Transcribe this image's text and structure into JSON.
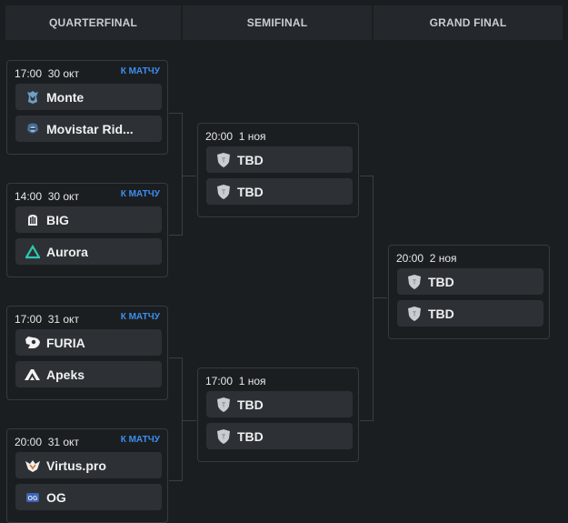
{
  "headers": [
    "QUARTERFINAL",
    "SEMIFINAL",
    "GRAND FINAL"
  ],
  "link_label": "К МАТЧУ",
  "quarterfinals": [
    {
      "time": "17:00",
      "date": "30 окт",
      "teams": [
        {
          "name": "Monte",
          "icon": "monte-logo-icon"
        },
        {
          "name": "Movistar Rid...",
          "icon": "movistar-riders-logo-icon"
        }
      ]
    },
    {
      "time": "14:00",
      "date": "30 окт",
      "teams": [
        {
          "name": "BIG",
          "icon": "big-logo-icon"
        },
        {
          "name": "Aurora",
          "icon": "aurora-logo-icon"
        }
      ]
    },
    {
      "time": "17:00",
      "date": "31 окт",
      "teams": [
        {
          "name": "FURIA",
          "icon": "furia-logo-icon"
        },
        {
          "name": "Apeks",
          "icon": "apeks-logo-icon"
        }
      ]
    },
    {
      "time": "20:00",
      "date": "31 окт",
      "teams": [
        {
          "name": "Virtus.pro",
          "icon": "virtus-pro-logo-icon"
        },
        {
          "name": "OG",
          "icon": "og-logo-icon"
        }
      ]
    }
  ],
  "semifinals": [
    {
      "time": "20:00",
      "date": "1 ноя",
      "teams": [
        {
          "name": "TBD",
          "icon": "tbd-shield-icon"
        },
        {
          "name": "TBD",
          "icon": "tbd-shield-icon"
        }
      ]
    },
    {
      "time": "17:00",
      "date": "1 ноя",
      "teams": [
        {
          "name": "TBD",
          "icon": "tbd-shield-icon"
        },
        {
          "name": "TBD",
          "icon": "tbd-shield-icon"
        }
      ]
    }
  ],
  "grand_final": {
    "time": "20:00",
    "date": "2 ноя",
    "teams": [
      {
        "name": "TBD",
        "icon": "tbd-shield-icon"
      },
      {
        "name": "TBD",
        "icon": "tbd-shield-icon"
      }
    ]
  }
}
